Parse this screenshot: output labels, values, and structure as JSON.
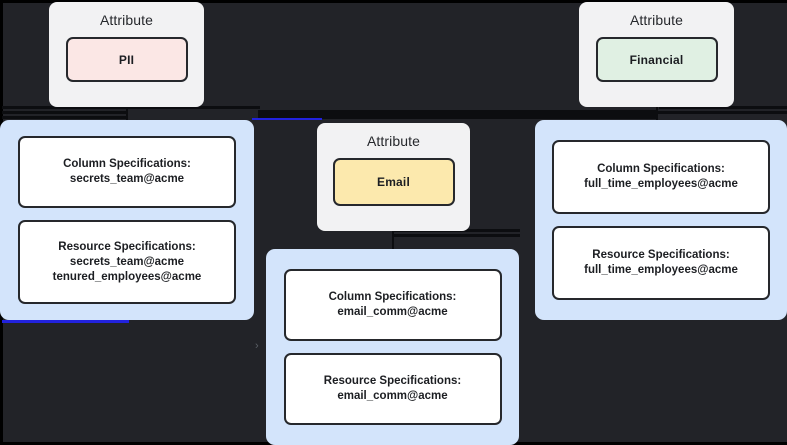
{
  "diagram": {
    "background_color": "#222328",
    "panel_color": "#f2f2f3",
    "group_color": "#d3e4fb",
    "edge_color": "#0c0d10",
    "highlight_edge_color": "#2222dd",
    "chevron_glyph": "›"
  },
  "attributes": [
    {
      "id": "pii",
      "header": "Attribute",
      "chip_label": "PII",
      "chip_color": "#fbe7e5"
    },
    {
      "id": "email",
      "header": "Attribute",
      "chip_label": "Email",
      "chip_color": "#fce9ad"
    },
    {
      "id": "financial",
      "header": "Attribute",
      "chip_label": "Financial",
      "chip_color": "#e0f0e3"
    }
  ],
  "spec_groups": [
    {
      "id": "pii-specs",
      "boxes": [
        {
          "id": "pii-column-spec",
          "title": "Column Specifications:",
          "values": [
            "secrets_team@acme"
          ]
        },
        {
          "id": "pii-resource-spec",
          "title": "Resource Specifications:",
          "values": [
            "secrets_team@acme",
            "tenured_employees@acme"
          ]
        }
      ]
    },
    {
      "id": "email-specs",
      "boxes": [
        {
          "id": "email-column-spec",
          "title": "Column Specifications:",
          "values": [
            "email_comm@acme"
          ]
        },
        {
          "id": "email-resource-spec",
          "title": "Resource Specifications:",
          "values": [
            "email_comm@acme"
          ]
        }
      ]
    },
    {
      "id": "financial-specs",
      "boxes": [
        {
          "id": "financial-column-spec",
          "title": "Column Specifications:",
          "values": [
            "full_time_employees@acme"
          ]
        },
        {
          "id": "financial-resource-spec",
          "title": "Resource Specifications:",
          "values": [
            "full_time_employees@acme"
          ]
        }
      ]
    }
  ]
}
